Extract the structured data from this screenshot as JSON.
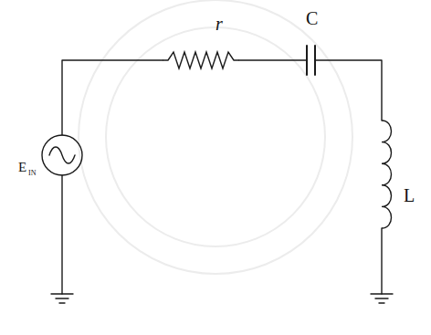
{
  "diagram": {
    "labels": [
      "r",
      "C",
      "E",
      "IN",
      "L"
    ]
  }
}
